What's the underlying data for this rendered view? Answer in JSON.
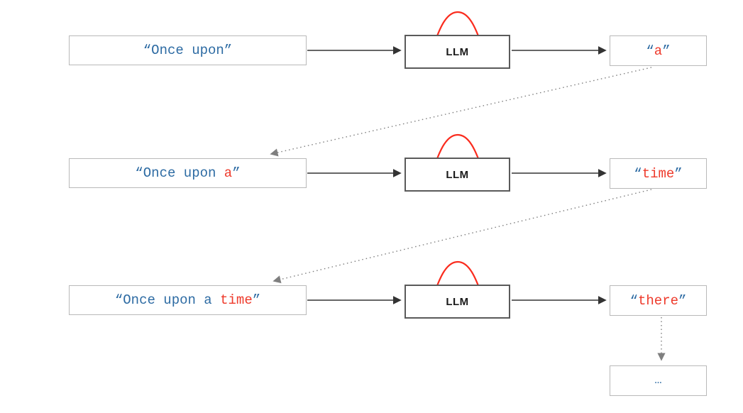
{
  "diagram_type": "llm-autoregressive-generation-flow",
  "colors": {
    "prompt_text_blue": "#2d6ba3",
    "generated_token_red": "#ee3a2b",
    "distribution_curve_red": "#fa2c1e",
    "solid_arrow": "#333333",
    "dotted_arrow": "#7f7f7f",
    "textbox_border": "#b9b9b9",
    "llm_box_border": "#5a5a5a",
    "background": "#ffffff"
  },
  "rows": [
    {
      "input": {
        "pre": "“Once upon”",
        "new": "",
        "post": ""
      },
      "llm_label": "LLM",
      "output": {
        "open": "“",
        "word": "a",
        "close": "”"
      }
    },
    {
      "input": {
        "pre": "“Once upon ",
        "new": "a",
        "post": "”"
      },
      "llm_label": "LLM",
      "output": {
        "open": "“",
        "word": "time",
        "close": "”"
      }
    },
    {
      "input": {
        "pre": "“Once upon a ",
        "new": "time",
        "post": "”"
      },
      "llm_label": "LLM",
      "output": {
        "open": "“",
        "word": "there",
        "close": "”"
      }
    }
  ],
  "ellipsis_box": {
    "label": "…"
  }
}
